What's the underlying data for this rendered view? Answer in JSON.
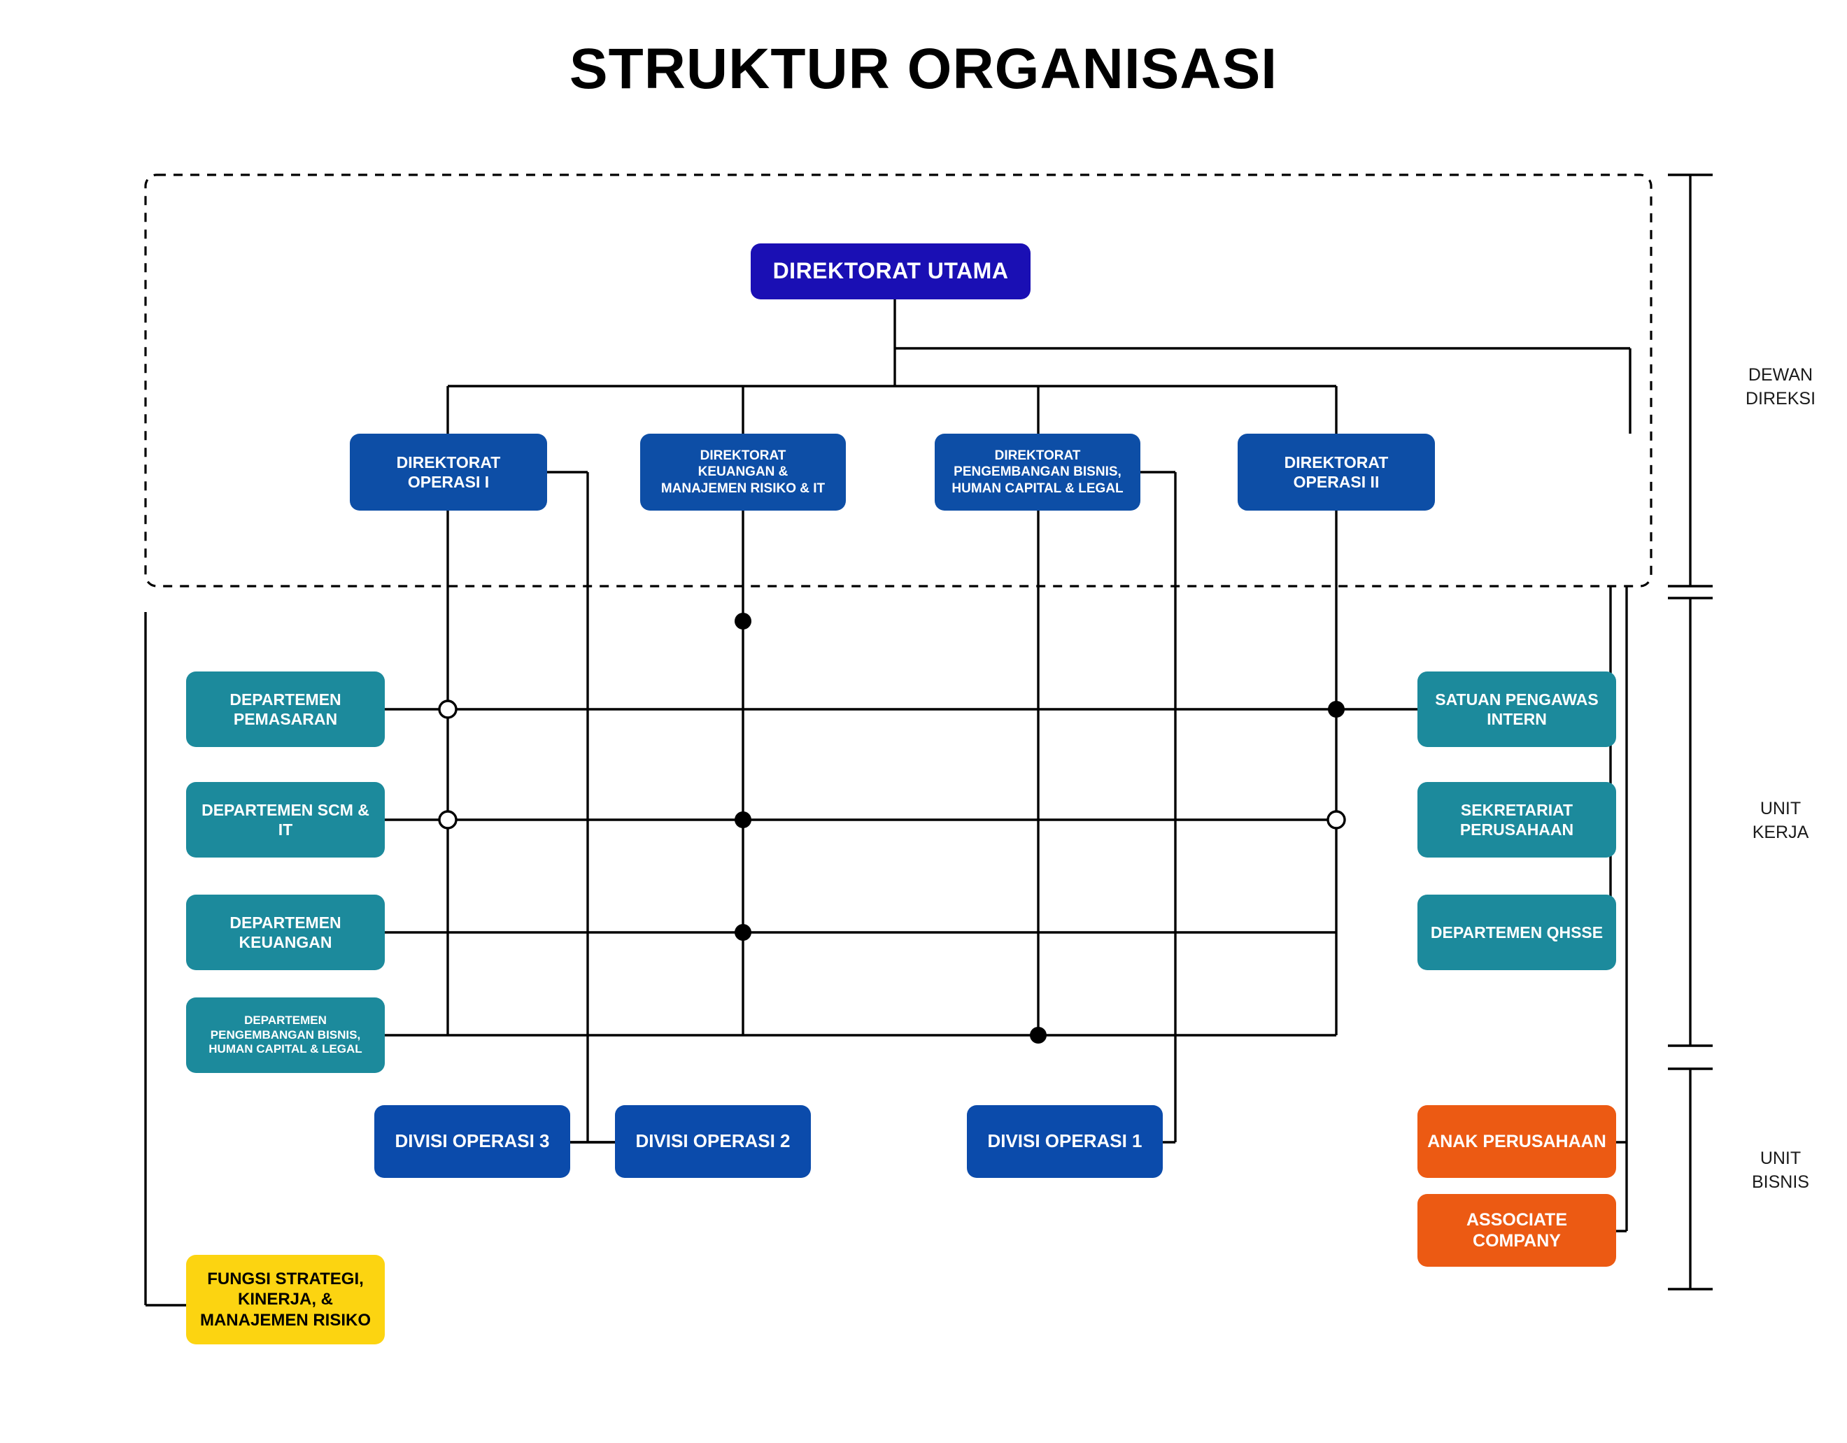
{
  "page": {
    "title": "STRUKTUR ORGANISASI",
    "background": "#ffffff"
  },
  "colors": {
    "root_blue": "#1a0fb4",
    "directorate_blue": "#0d4ea6",
    "division_blue": "#0b4bab",
    "department_teal": "#1c8a9c",
    "business_orange": "#ec5a13",
    "function_yellow": "#fcd411",
    "line_black": "#000000",
    "text_white": "#ffffff",
    "text_black": "#000000"
  },
  "root": {
    "label": "DIREKTORAT UTAMA"
  },
  "directorates": [
    {
      "label": "DIREKTORAT\nOPERASI I"
    },
    {
      "label": "DIREKTORAT\nKEUANGAN &\nMANAJEMEN RISIKO & IT"
    },
    {
      "label": "DIREKTORAT\nPENGEMBANGAN BISNIS,\nHUMAN CAPITAL & LEGAL"
    },
    {
      "label": "DIREKTORAT\nOPERASI II"
    }
  ],
  "departments_left": [
    {
      "label": "DEPARTEMEN\nPEMASARAN"
    },
    {
      "label": "DEPARTEMEN SCM &\nIT"
    },
    {
      "label": "DEPARTEMEN\nKEUANGAN"
    },
    {
      "label": "DEPARTEMEN\nPENGEMBANGAN BISNIS,\nHUMAN CAPITAL & LEGAL"
    }
  ],
  "departments_right": [
    {
      "label": "SATUAN PENGAWAS\nINTERN"
    },
    {
      "label": "SEKRETARIAT\nPERUSAHAAN"
    },
    {
      "label": "DEPARTEMEN QHSSE"
    }
  ],
  "divisions": [
    {
      "label": "DIVISI OPERASI 3"
    },
    {
      "label": "DIVISI OPERASI 2"
    },
    {
      "label": "DIVISI OPERASI 1"
    }
  ],
  "business_units": [
    {
      "label": "ANAK PERUSAHAAN"
    },
    {
      "label": "ASSOCIATE COMPANY"
    }
  ],
  "function_box": {
    "label": "FUNGSI STRATEGI,\nKINERJA, &\nMANAJEMEN RISIKO"
  },
  "brackets": [
    {
      "label": "DEWAN\nDIREKSI"
    },
    {
      "label": "UNIT\nKERJA"
    },
    {
      "label": "UNIT\nBISNIS"
    }
  ]
}
